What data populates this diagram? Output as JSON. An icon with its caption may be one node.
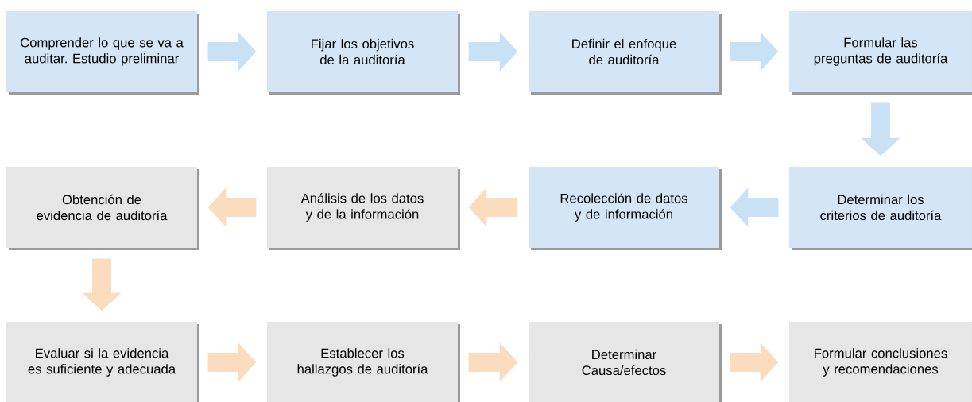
{
  "diagram": {
    "nodes": [
      {
        "text": [
          "Comprender lo que se va a auditar. Estudio preliminar"
        ]
      },
      {
        "text": [
          "Fijar los objetivos de la auditoría"
        ]
      },
      {
        "text": [
          "Definir el enfoque de auditoría"
        ]
      },
      {
        "text": [
          "Formular las preguntas de auditoría"
        ]
      },
      {
        "text": [
          "Obtención de evidencia de auditoría"
        ]
      },
      {
        "text": [
          "Análisis de los datos y de la información"
        ]
      },
      {
        "text": [
          "Recolección de datos y de información"
        ]
      },
      {
        "text": [
          "Determinar los criterios de auditoría"
        ]
      },
      {
        "text": [
          "Evaluar si la evidencia es suficiente y adecuada"
        ]
      },
      {
        "text": [
          "Establecer los hallazgos de auditoría"
        ]
      },
      {
        "text": [
          "Determinar Causa/efectos"
        ]
      },
      {
        "text": [
          "Formular conclusiones y recomendaciones"
        ]
      }
    ],
    "edges": [
      {
        "from": 0,
        "to": 1,
        "arrow": "to",
        "color": "#c9e1f5"
      },
      {
        "from": 1,
        "to": 2,
        "arrow": "to",
        "color": "#c9e1f5"
      },
      {
        "from": 2,
        "to": 3,
        "arrow": "to",
        "color": "#c9e1f5"
      },
      {
        "from": 3,
        "to": 7,
        "arrow": "to",
        "color": "#c9e1f5"
      },
      {
        "from": 7,
        "to": 6,
        "arrow": "to",
        "color": "#c9e1f5"
      },
      {
        "from": 6,
        "to": 5,
        "arrow": "to"
      },
      {
        "from": 5,
        "to": 4,
        "arrow": "to"
      },
      {
        "from": 4,
        "to": 8,
        "arrow": "to"
      },
      {
        "from": 8,
        "to": 9,
        "arrow": "to"
      },
      {
        "from": 9,
        "to": 10,
        "arrow": "to"
      },
      {
        "from": 10,
        "to": 11,
        "arrow": "to"
      }
    ]
  }
}
